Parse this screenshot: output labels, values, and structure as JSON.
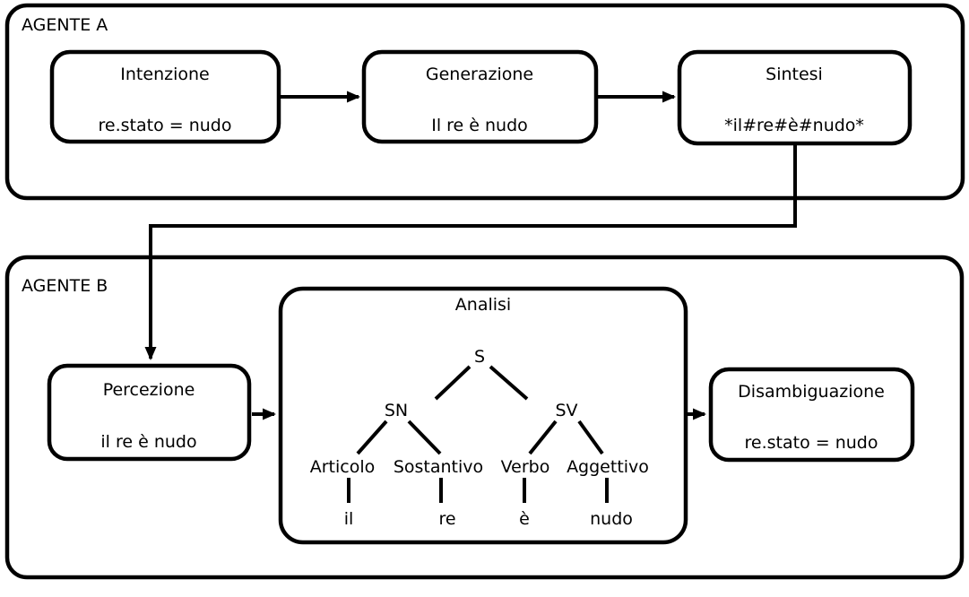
{
  "colors": {
    "stroke": "#000000",
    "background": "#ffffff"
  },
  "agent_a": {
    "label": "AGENTE A",
    "intenzione": {
      "title": "Intenzione",
      "value": "re.stato = nudo"
    },
    "generazione": {
      "title": "Generazione",
      "value": "Il re è nudo"
    },
    "sintesi": {
      "title": "Sintesi",
      "value": "*il#re#è#nudo*"
    }
  },
  "agent_b": {
    "label": "AGENTE B",
    "percezione": {
      "title": "Percezione",
      "value": "il re è nudo"
    },
    "analisi": {
      "title": "Analisi",
      "tree": {
        "root": "S",
        "noun_phrase": "SN",
        "verb_phrase": "SV",
        "article_label": "Articolo",
        "noun_label": "Sostantivo",
        "verb_label": "Verbo",
        "adjective_label": "Aggettivo",
        "article_word": "il",
        "noun_word": "re",
        "verb_word": "è",
        "adjective_word": "nudo"
      }
    },
    "disambiguazione": {
      "title": "Disambiguazione",
      "value": "re.stato = nudo"
    }
  }
}
